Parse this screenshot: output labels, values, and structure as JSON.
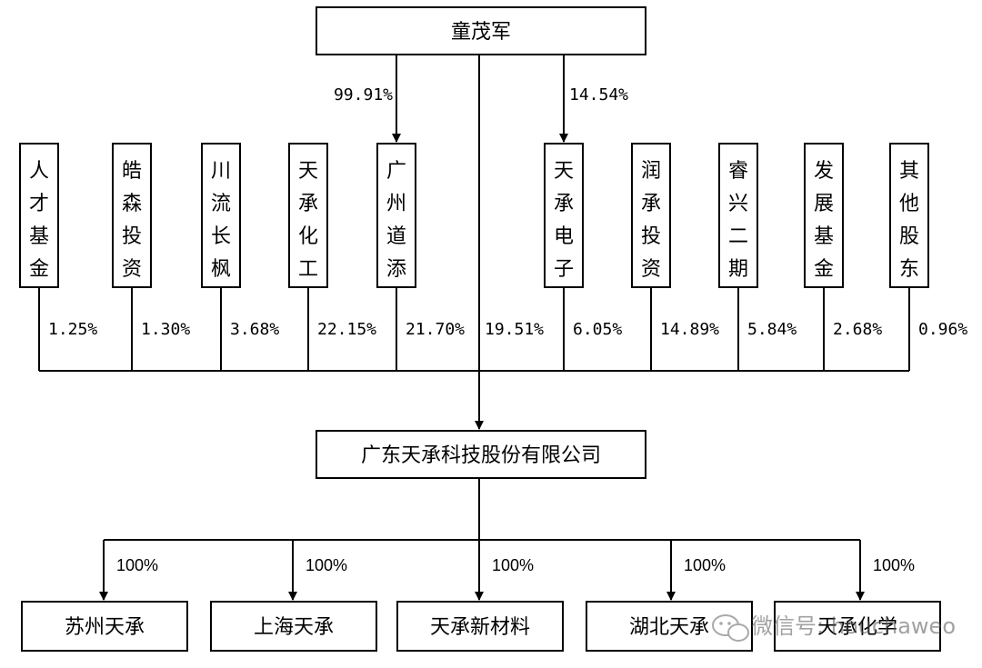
{
  "top": {
    "label": "童茂军"
  },
  "top_links": {
    "guangzhou_daotian": "99.91%",
    "tiancheng_dianzi": "14.54%"
  },
  "shareholders": [
    {
      "name": "人才基金",
      "pct": "1.25%"
    },
    {
      "name": "皓森投资",
      "pct": "1.30%"
    },
    {
      "name": "川流长枫",
      "pct": "3.68%"
    },
    {
      "name": "天承化工",
      "pct": "22.15%"
    },
    {
      "name": "广州道添",
      "pct": "21.70%"
    },
    {
      "name": "天承电子",
      "pct": "6.05%"
    },
    {
      "name": "润承投资",
      "pct": "14.89%"
    },
    {
      "name": "睿兴二期",
      "pct": "5.84%"
    },
    {
      "name": "发展基金",
      "pct": "2.68%"
    },
    {
      "name": "其他股东",
      "pct": "0.96%"
    }
  ],
  "direct_pct": "19.51%",
  "company": {
    "label": "广东天承科技股份有限公司"
  },
  "subsidiaries": [
    {
      "name": "苏州天承",
      "pct": "100%"
    },
    {
      "name": "上海天承",
      "pct": "100%"
    },
    {
      "name": "天承新材料",
      "pct": "100%"
    },
    {
      "name": "湖北天承",
      "pct": "100%"
    },
    {
      "name": "天承化学",
      "pct": "100%"
    }
  ],
  "watermark": "微信号: houchaweo"
}
